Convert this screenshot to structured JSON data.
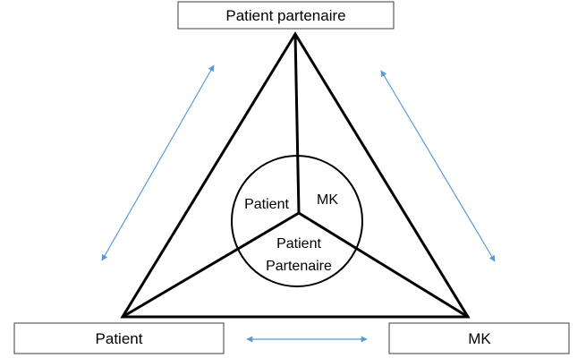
{
  "diagram": {
    "top_box": {
      "label": "Patient partenaire"
    },
    "left_box": {
      "label": "Patient"
    },
    "right_box": {
      "label": "MK"
    },
    "center": {
      "patient_label": "Patient",
      "mk_label": "MK",
      "partner_line1": "Patient",
      "partner_line2": "Partenaire"
    }
  },
  "colors": {
    "arrow": "#5b9bd5",
    "lines": "#000000",
    "box_border": "#3c3c3c"
  }
}
